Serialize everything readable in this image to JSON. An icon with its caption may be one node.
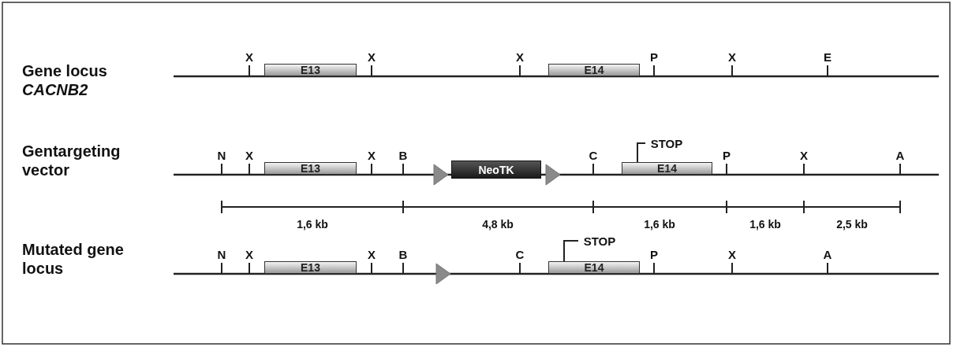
{
  "diagram": {
    "nodes": [
      {
        "text": [
          "E13"
        ]
      },
      {
        "text": [
          "E14"
        ]
      },
      {
        "text": [
          "E13"
        ]
      },
      {
        "text": [
          "NeoTK"
        ]
      },
      {
        "text": [
          "STOP"
        ]
      },
      {
        "text": [
          "E14"
        ]
      },
      {
        "text": [
          "E13"
        ]
      },
      {
        "text": [
          "STOP"
        ]
      },
      {
        "text": [
          "E14"
        ]
      }
    ],
    "edges": [
      {
        "from": 4,
        "to": 5,
        "arrow": "none"
      },
      {
        "from": 7,
        "to": 8,
        "arrow": "none"
      }
    ],
    "labels": [
      "Gene locus *CACNB2*",
      "X",
      "X",
      "X",
      "P",
      "X",
      "E",
      "Gentargeting vector",
      "N",
      "X",
      "X",
      "B",
      "C",
      "P",
      "X",
      "A",
      "1,6 kb",
      "4,8 kb",
      "1,6 kb",
      "1,6 kb",
      "2,5 kb",
      "Mutated gene locus",
      "N",
      "X",
      "X",
      "B",
      "C",
      "P",
      "X",
      "A"
    ]
  }
}
